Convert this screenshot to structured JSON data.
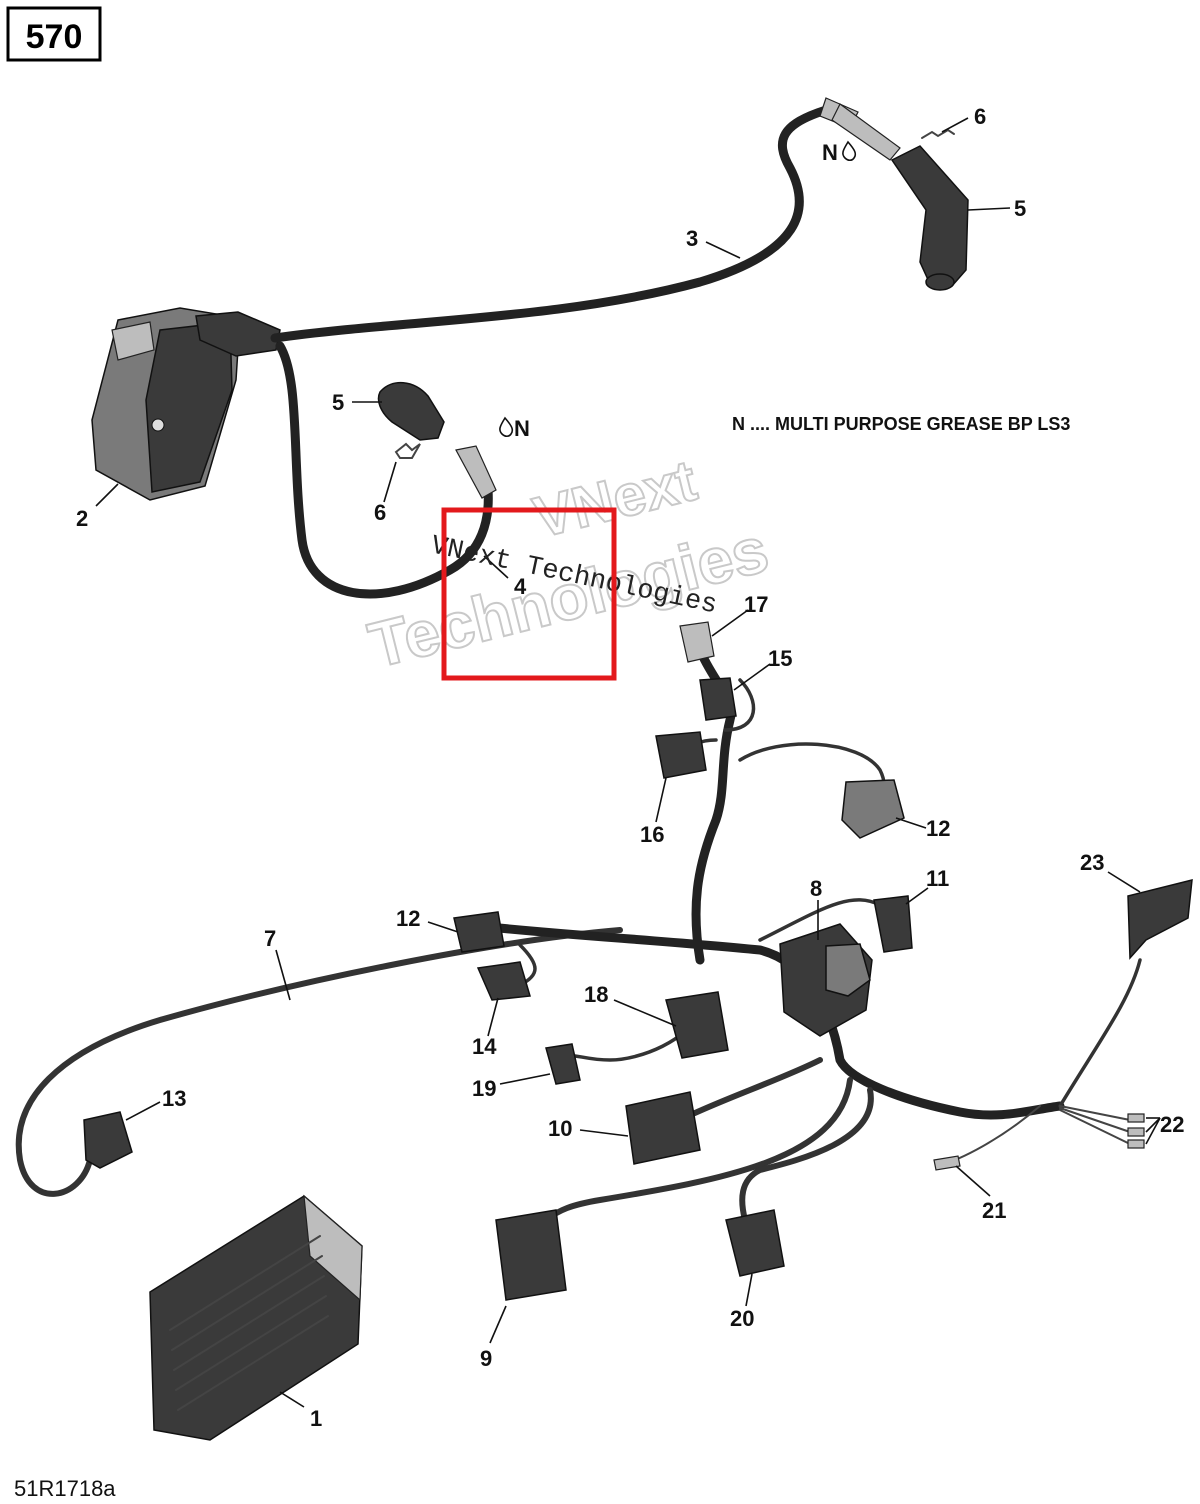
{
  "page_number": "570",
  "figure_code": "51R1718a",
  "note": "N .... MULTI PURPOSE GREASE BP LS3",
  "grease_symbol": "N",
  "watermark": {
    "line1": "VNext Technologies",
    "outline_line1": "VNext",
    "outline_line2": "Technologies"
  },
  "highlight_box_color": "#e3191c",
  "callouts": {
    "c1": "1",
    "c2": "2",
    "c3": "3",
    "c4": "4",
    "c5a": "5",
    "c5b": "5",
    "c6a": "6",
    "c6b": "6",
    "c7": "7",
    "c8": "8",
    "c9": "9",
    "c10": "10",
    "c11": "11",
    "c12a": "12",
    "c12b": "12",
    "c13": "13",
    "c14": "14",
    "c15": "15",
    "c16": "16",
    "c17": "17",
    "c18": "18",
    "c19": "19",
    "c20": "20",
    "c21": "21",
    "c22": "22",
    "c23": "23"
  }
}
